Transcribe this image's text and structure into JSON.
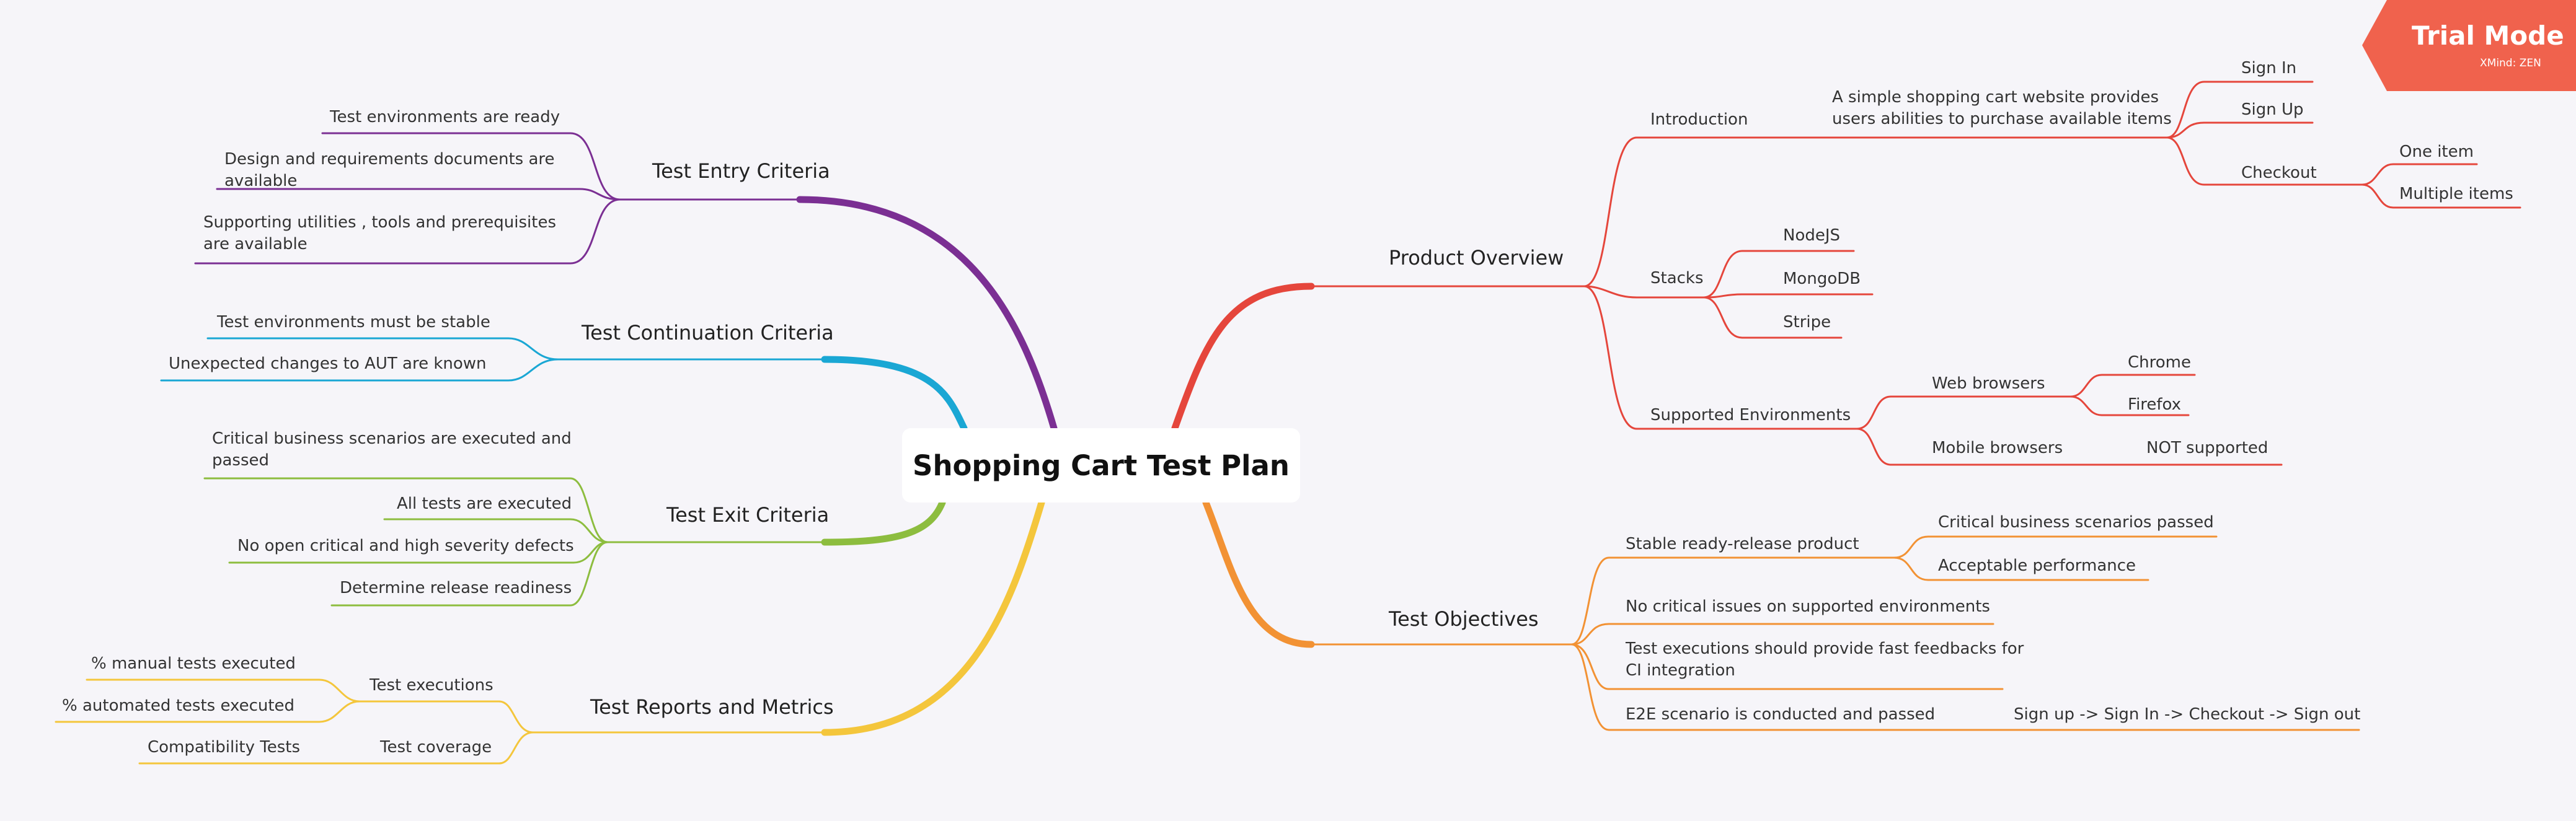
{
  "colors": {
    "background": "#f6f5f9",
    "product": "#e5463c",
    "objectives": "#f29234",
    "entry": "#7b2f93",
    "continuation": "#1aa7d4",
    "exit": "#8dbd3f",
    "reports": "#f4c63c",
    "trial": "#f0624d"
  },
  "root": {
    "title": "Shopping Cart Test Plan"
  },
  "trial": {
    "title": "Trial Mode",
    "subtitle": "XMind: ZEN"
  },
  "product": {
    "title": "Product Overview",
    "introduction": "Introduction",
    "intro_desc": "A simple shopping cart website provides users abilities to purchase available items",
    "signin": "Sign In",
    "signup": "Sign Up",
    "checkout": "Checkout",
    "one_item": "One item",
    "multiple_items": "Multiple items",
    "stacks": "Stacks",
    "nodejs": "NodeJS",
    "mongodb": "MongoDB",
    "stripe": "Stripe",
    "environments": "Supported Environments",
    "web": "Web browsers",
    "chrome": "Chrome",
    "firefox": "Firefox",
    "mobile": "Mobile browsers",
    "not_supported": "NOT supported"
  },
  "objectives": {
    "title": "Test Objectives",
    "stable": "Stable ready-release product",
    "critical_passed": "Critical business scenarios passed",
    "acceptable": "Acceptable performance",
    "no_critical": "No critical issues on supported environments",
    "fast_feedback": "Test executions should provide fast feedbacks for CI integration",
    "e2e": "E2E scenario is conducted and passed",
    "e2e_flow": "Sign up -> Sign In -> Checkout -> Sign out"
  },
  "entry": {
    "title": "Test Entry Criteria",
    "env_ready": "Test environments are ready",
    "docs": "Design and requirements documents are available",
    "utilities": "Supporting utilities , tools and prerequisites are available"
  },
  "continuation": {
    "title": "Test Continuation Criteria",
    "stable": "Test environments must be stable",
    "changes": "Unexpected changes to AUT are known"
  },
  "exit": {
    "title": "Test Exit Criteria",
    "critical": "Critical business scenarios are executed and passed",
    "all_tests": "All tests are executed",
    "no_defects": "No open critical and high severity defects",
    "release": "Determine release readiness"
  },
  "reports": {
    "title": "Test Reports and Metrics",
    "executions": "Test executions",
    "manual": "% manual tests executed",
    "automated": "% automated tests executed",
    "coverage": "Test coverage",
    "compat": "Compatibility Tests"
  }
}
